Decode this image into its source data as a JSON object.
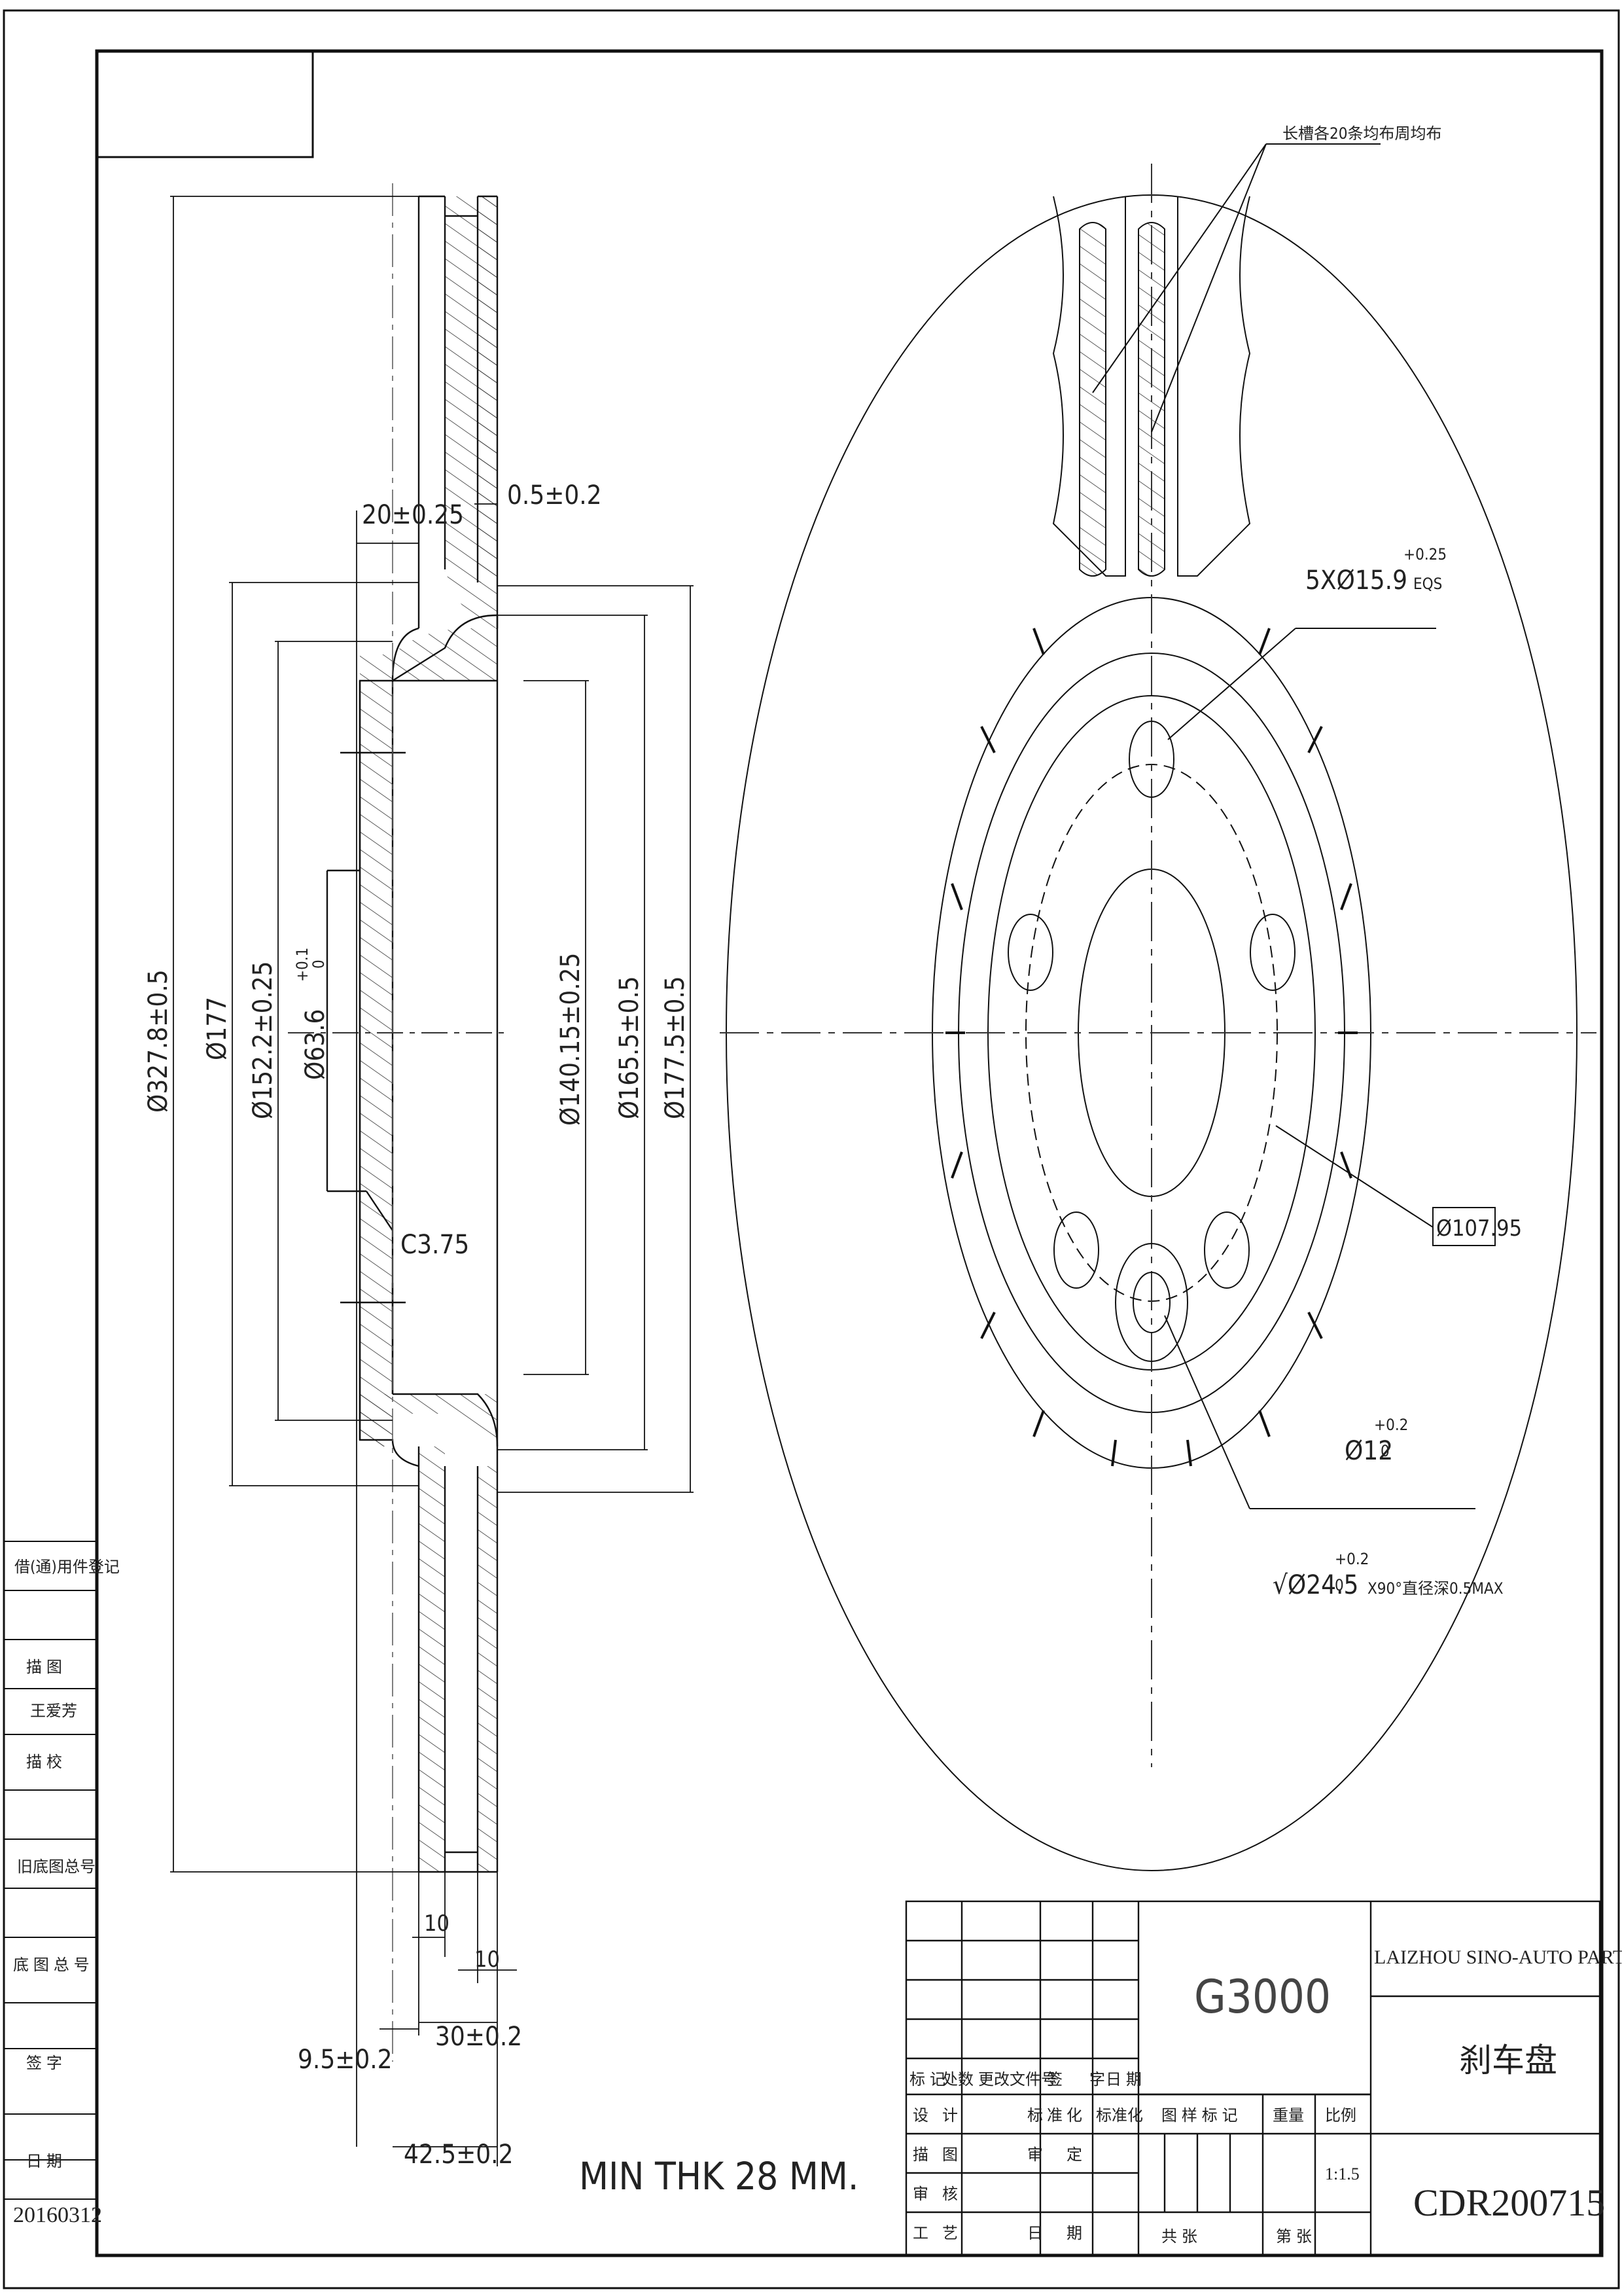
{
  "left_margin": {
    "header": "借(通)用件登记",
    "fields": [
      "描 图",
      "王爱芳",
      "描 校",
      "旧底图总号",
      "底 图 总 号",
      "签 字",
      "日 期"
    ],
    "date": "20160312"
  },
  "side_view": {
    "dims": {
      "outer_dia": "Ø327.8±0.5",
      "d177": "Ø177",
      "d152": "Ø152.2±0.25",
      "d63": "Ø63.6",
      "d63_tol": "+0.1",
      "d63_tol0": "0",
      "d140": "Ø140.15±0.25",
      "d165": "Ø165.5±0.5",
      "d177_5": "Ø177.5±0.5",
      "hat_depth": "20±0.25",
      "runout": "0.5±0.2",
      "chamfer": "C3.75",
      "ten_a": "10",
      "ten_b": "10",
      "thick30": "30±0.2",
      "offset95": "9.5±0.2",
      "overall425": "42.5±0.2"
    },
    "note": "MIN THK 28 MM."
  },
  "face_view": {
    "slot_note": "长槽各20条均布周均布",
    "bolt_holes": "5XØ15.9",
    "bolt_tol_top": "+0.25",
    "bolt_tol_bot": "EQS",
    "pcd": "Ø107.95",
    "pilot": "Ø12",
    "pilot_tol": "+0.2",
    "pilot_tol0": "0",
    "csk": "√Ø24.5",
    "csk_tol": "+0.2",
    "csk_tol0": "0",
    "csk_tail": "X90°直径深0.5MAX"
  },
  "title_block": {
    "part_code": "G3000",
    "company": "LAIZHOU SINO-AUTO PARTS CO.,LTD",
    "part_name": "刹车盘",
    "drawing_no": "CDR200715",
    "rev_row": [
      "标 记",
      "处数",
      "更改文件号",
      "签",
      "字",
      "日 期"
    ],
    "sign_rows": [
      [
        "设",
        "计",
        "标",
        "准",
        "化",
        "标准化"
      ],
      [
        "描",
        "图",
        "审",
        "定"
      ],
      [
        "审",
        "核"
      ],
      [
        "工",
        "艺",
        "日",
        "期"
      ]
    ],
    "stage_label": "图 样 标 记",
    "weight_label": "重量",
    "scale_label": "比例",
    "scale": "1:1.5",
    "sheet_total": "共     张",
    "sheet_no": "第     张"
  }
}
